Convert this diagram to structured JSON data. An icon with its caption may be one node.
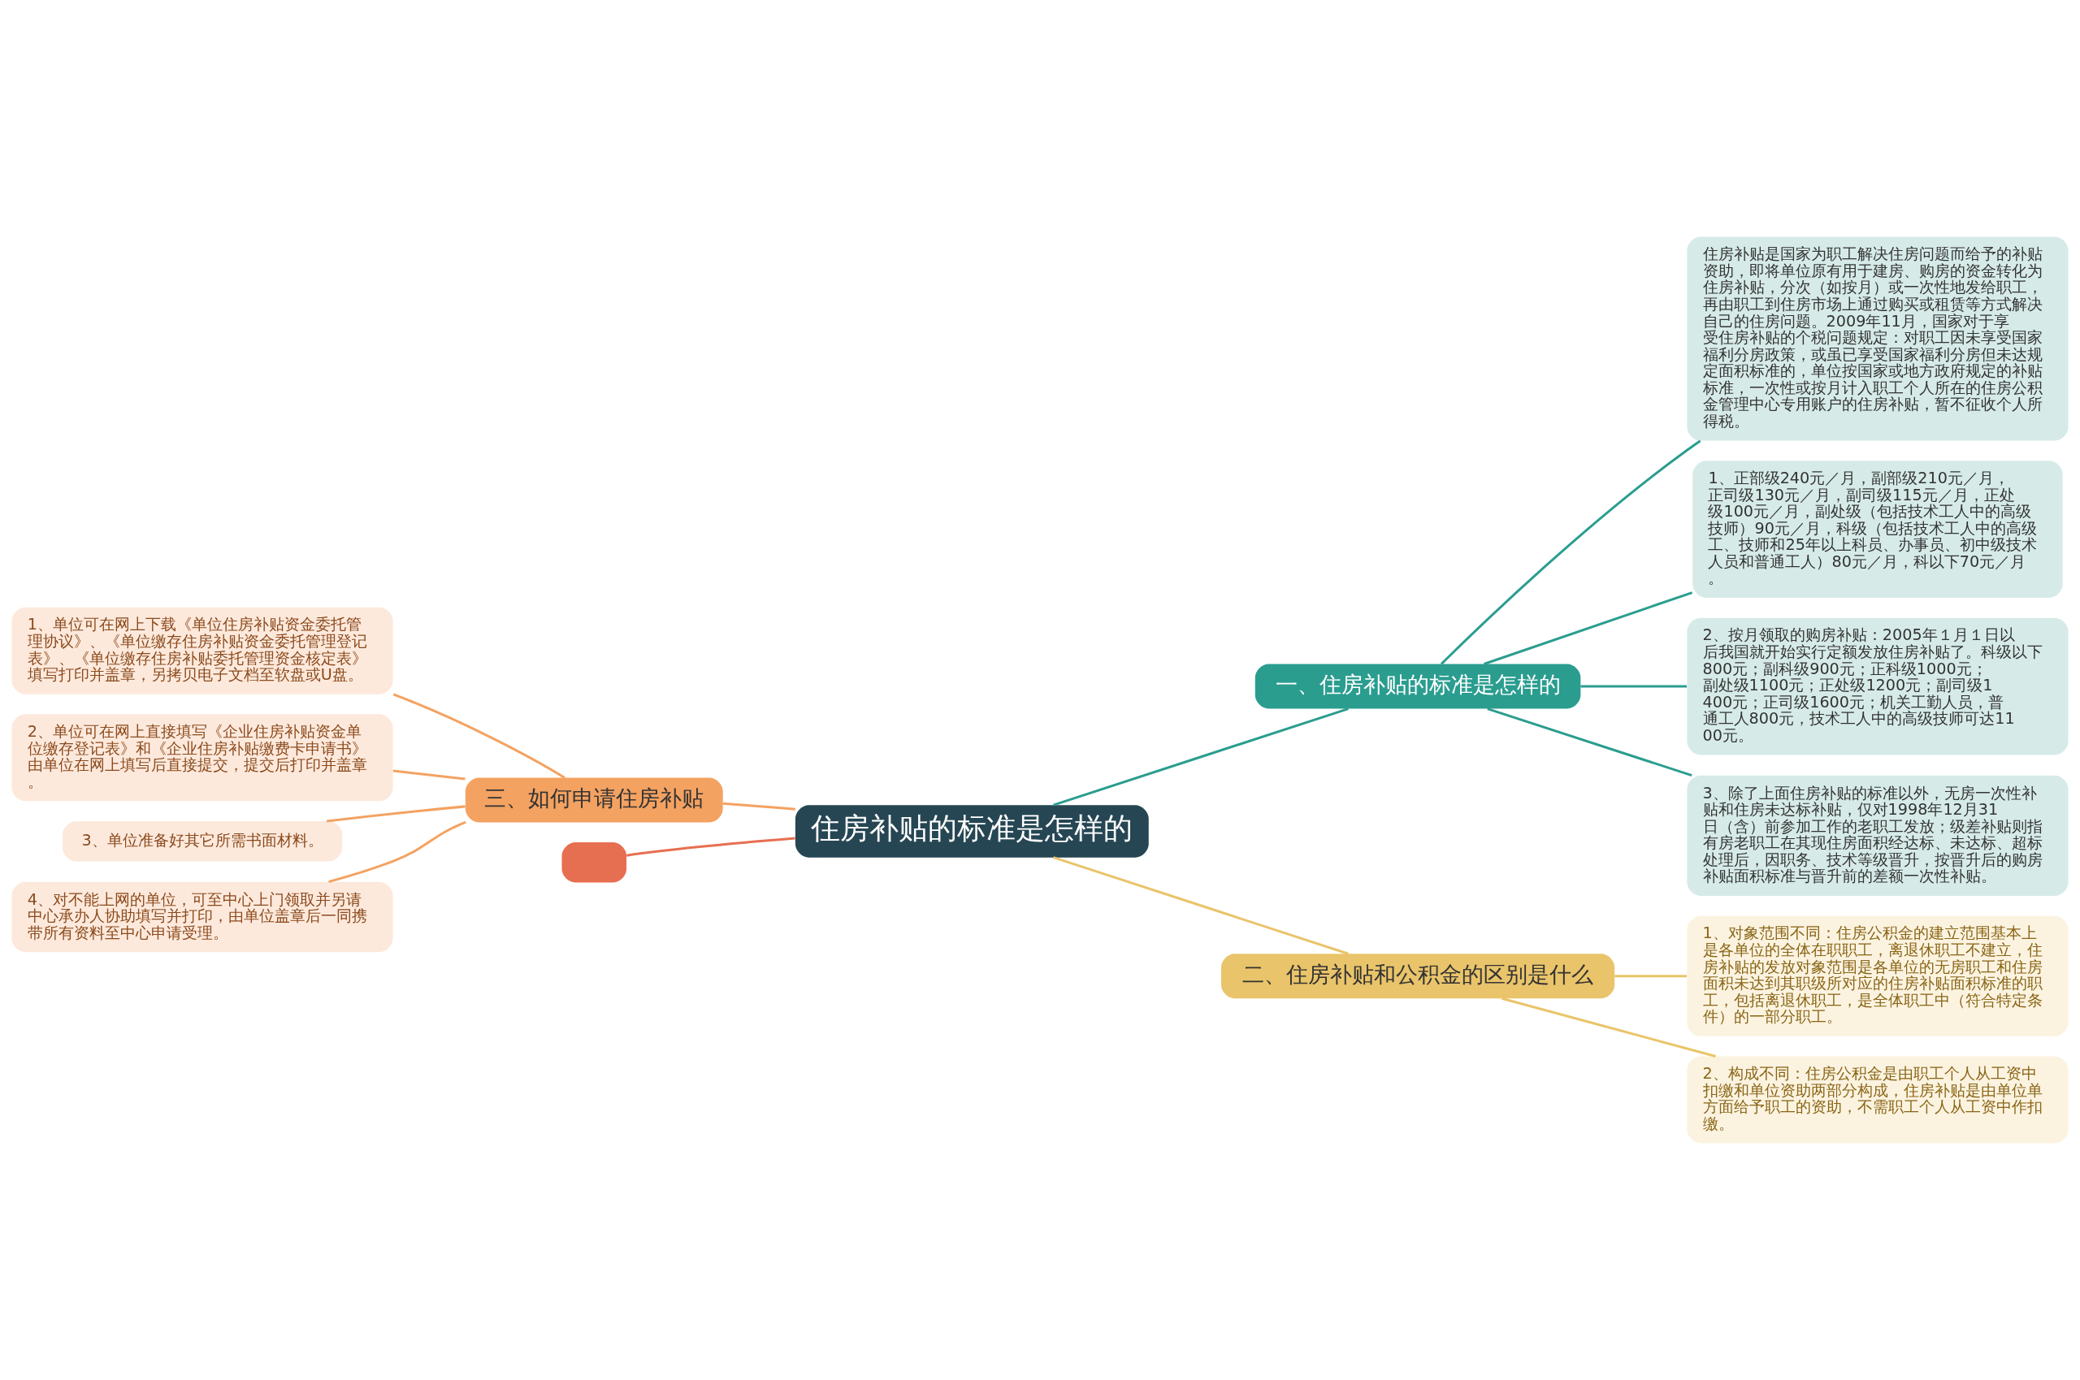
{
  "diagram": {
    "nodes": [
      {
        "text": [
          "住房补贴的标准是怎样的"
        ]
      },
      {
        "text": [
          "一、住房补贴的标准是怎样的"
        ]
      },
      {
        "text": [
          "住房补贴是国家为职工解决住房问题而给予的补贴资助，即将单位原有用于建房、购房的资金转化为住房补贴，分次（如按月）或一次性地发给职工，再由职工到住房市场上通过购买或租赁等方式解决自己的住房问题。2009年11月，国家对于享受住房补贴的个税问题规定：对职工因未享受国家福利分房政策，或虽已享受国家福利分房但未达规定面积标准的，单位按国家或地方政府规定的补贴标准，一次性或按月计入职工个人所在的住房公积金管理中心专用账户的住房补贴，暂不征收个人所得税。"
        ]
      },
      {
        "text": [
          "1、正部级240元／月，副部级210元／月，正司级130元／月，副司级115元／月，正处级100元／月，副处级（包括技术工人中的高级技师）90元／月，科级（包括技术工人中的高级工、技师和25年以上科员、办事员、初中级技术人员和普通工人）80元／月，科以下70元／月。"
        ]
      },
      {
        "text": [
          "2、按月领取的购房补贴：2005年１月１日以后我国就开始实行定额发放住房补贴了。科级以下800元；副科级900元；正科级1000元；副处级1100元；正处级1200元；副司级1400元；正司级1600元；机关工勤人员，普通工人800元，技术工人中的高级技师可达1100元。"
        ]
      },
      {
        "text": [
          "3、除了上面住房补贴的标准以外，无房一次性补贴和住房未达标补贴，仅对1998年12月31日（含）前参加工作的老职工发放；级差补贴则指有房老职工在其现住房面积经达标、未达标、超标处理后，因职务、技术等级晋升，按晋升后的购房补贴面积标准与晋升前的差额一次性补贴。"
        ]
      },
      {
        "text": [
          "二、住房补贴和公积金的区别是什么"
        ]
      },
      {
        "text": [
          "1、对象范围不同：住房公积金的建立范围基本上是各单位的全体在职职工，离退休职工不建立，住房补贴的发放对象范围是各单位的无房职工和住房面积未达到其职级所对应的住房补贴面积标准的职工，包括离退休职工，是全体职工中（符合特定条件）的一部分职工。"
        ]
      },
      {
        "text": [
          "2、构成不同：住房公积金是由职工个人从工资中扣缴和单位资助两部分构成，住房补贴是由单位单方面给予职工的资助，不需职工个人从工资中作扣缴。"
        ]
      },
      {
        "text": [
          "三、如何申请住房补贴"
        ]
      },
      {
        "text": [
          "1、单位可在网上下载《单位住房补贴资金委托管理协议》、《单位缴存住房补贴资金委托管理登记表》、《单位缴存住房补贴委托管理资金核定表》填写打印并盖章，另拷贝电子文档至软盘或U盘。"
        ]
      },
      {
        "text": [
          "2、单位可在网上直接填写《企业住房补贴资金单位缴存登记表》和《企业住房补贴缴费卡申请书》由单位在网上填写后直接提交，提交后打印并盖章。"
        ]
      },
      {
        "text": [
          "3、单位准备好其它所需书面材料。"
        ]
      },
      {
        "text": [
          "4、对不能上网的单位，可至中心上门领取并另请中心承办人协助填写并打印，由单位盖章后一同携带所有资料至中心申请受理。"
        ]
      },
      {
        "text": [],
        "shape": "box"
      }
    ],
    "edges": [
      {
        "from": 0,
        "to": 1,
        "arrow": "none",
        "color": "#2a9d8f"
      },
      {
        "from": 1,
        "to": 2,
        "arrow": "none",
        "color": "#2a9d8f"
      },
      {
        "from": 1,
        "to": 3,
        "arrow": "none",
        "color": "#2a9d8f"
      },
      {
        "from": 1,
        "to": 4,
        "arrow": "none",
        "color": "#2a9d8f"
      },
      {
        "from": 1,
        "to": 5,
        "arrow": "none",
        "color": "#2a9d8f"
      },
      {
        "from": 0,
        "to": 6,
        "arrow": "none",
        "color": "#e9c46a"
      },
      {
        "from": 6,
        "to": 7,
        "arrow": "none",
        "color": "#e9c46a"
      },
      {
        "from": 6,
        "to": 8,
        "arrow": "none",
        "color": "#e9c46a"
      },
      {
        "from": 0,
        "to": 9,
        "arrow": "none",
        "color": "#f4a261"
      },
      {
        "from": 9,
        "to": 10,
        "arrow": "none",
        "color": "#f4a261"
      },
      {
        "from": 9,
        "to": 11,
        "arrow": "none",
        "color": "#f4a261"
      },
      {
        "from": 9,
        "to": 12,
        "arrow": "none",
        "color": "#f4a261"
      },
      {
        "from": 9,
        "to": 13,
        "arrow": "none",
        "color": "#f4a261"
      },
      {
        "from": 0,
        "to": 14,
        "arrow": "none",
        "color": "#e76f51"
      }
    ]
  }
}
